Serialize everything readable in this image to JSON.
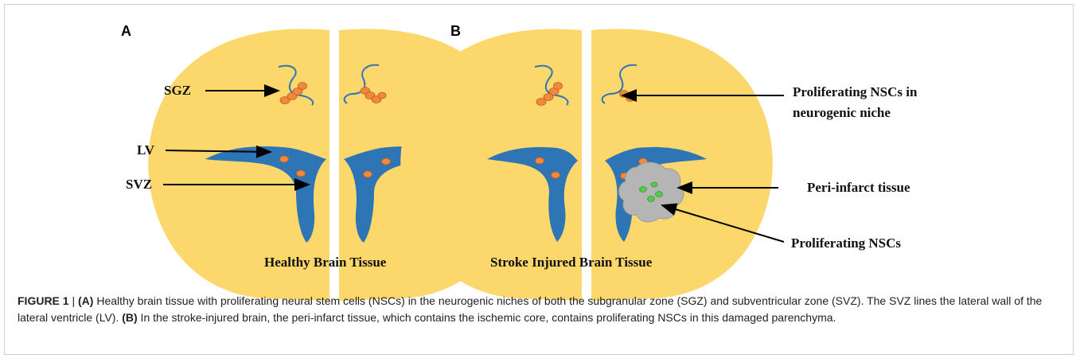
{
  "panels": [
    {
      "letter": "A",
      "title": "Healthy Brain Tissue"
    },
    {
      "letter": "B",
      "title": "Stroke Injured Brain Tissue"
    }
  ],
  "labels": {
    "sgz": "SGZ",
    "lv": "LV",
    "svz": "SVZ",
    "prolif_niche_line1": "Proliferating  NSCs in",
    "prolif_niche_line2": "neurogenic niche",
    "peri_infarct": "Peri-infarct  tissue",
    "prolif_nscs": "Proliferating  NSCs"
  },
  "caption": {
    "figure_label": "FIGURE 1",
    "separator": " | ",
    "a_tag": "(A)",
    "a_text": " Healthy brain tissue with proliferating neural stem cells (NSCs) in the neurogenic niches of both the subgranular zone (SGZ) and subventricular zone (SVZ). The SVZ lines the lateral wall of the lateral ventricle (LV). ",
    "b_tag": "(B)",
    "b_text": " In the stroke-injured brain, the peri-infarct tissue, which contains the ischemic core, contains proliferating NSCs in this damaged parenchyma."
  },
  "colors": {
    "brain": "#fcd76b",
    "ventricle": "#2e75b6",
    "cell": "#f0883e",
    "infarct": "#b8b8b8",
    "nsc_green": "#57c84a"
  }
}
